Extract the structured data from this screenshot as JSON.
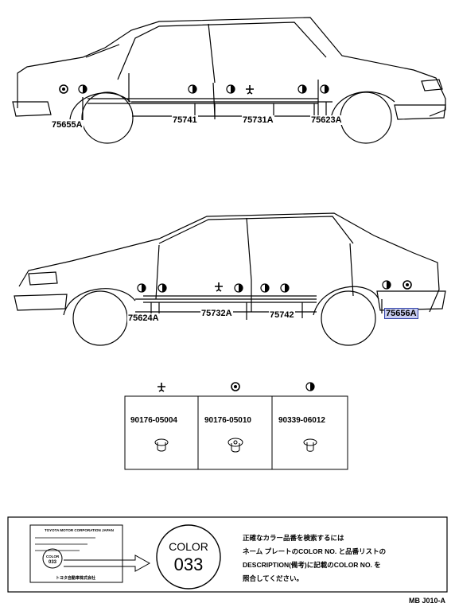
{
  "callouts": {
    "c75655A": "75655A",
    "c75741": "75741",
    "c75731A": "75731A",
    "c75623A": "75623A",
    "c75624A": "75624A",
    "c75732A": "75732A",
    "c75742": "75742",
    "c75656A": "75656A"
  },
  "parts": [
    {
      "icon": "plus-clip-icon",
      "number": "90176-05004"
    },
    {
      "icon": "round-clip-icon",
      "number": "90176-05010"
    },
    {
      "icon": "half-circle-clip-icon",
      "number": "90339-06012"
    }
  ],
  "color_plate": {
    "title": "COLOR",
    "number": "033",
    "plate_header": "TOYOTA MOTOR CORPORATION JAPAN",
    "plate_color": "COLOR",
    "plate_color_no": "033",
    "plate_maker": "トヨタ自動車株式会社"
  },
  "instructions": {
    "line1": "正確なカラー品番を検索するには",
    "line2": "ネーム プレートのCOLOR NO. と品番リストの",
    "line3": "DESCRIPTION(備考)に記載のCOLOR NO. を",
    "line4": "照合してください。"
  },
  "footer": "MB J010-A",
  "highlight_color": "#c8cdf0"
}
